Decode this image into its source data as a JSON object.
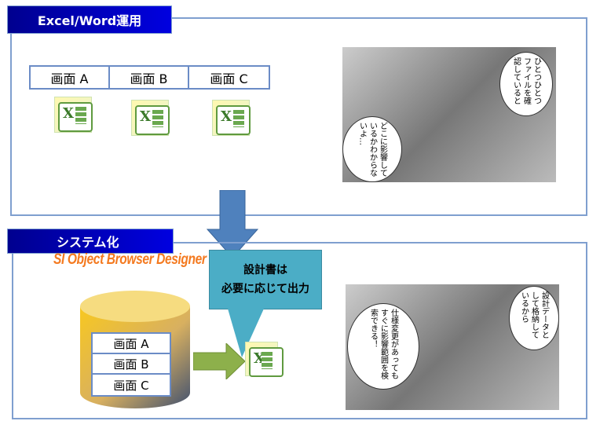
{
  "section1": {
    "title": "Excel/Word運用",
    "screens": [
      "画面 A",
      "画面 B",
      "画面 C"
    ],
    "bubbles": [
      "ひとつひとつファイルを確認していると",
      "どこに影響しているかわからないよ…"
    ]
  },
  "section2": {
    "title": "システム化",
    "logo": "SI Object Browser Designer",
    "screens": [
      "画面 A",
      "画面 B",
      "画面 C"
    ],
    "callout": [
      "設計書は",
      "必要に応じて出力"
    ],
    "bubbles": [
      "設計データとして格納しているから",
      "仕様変更があってもすぐに影響範囲を検索できる！"
    ]
  }
}
